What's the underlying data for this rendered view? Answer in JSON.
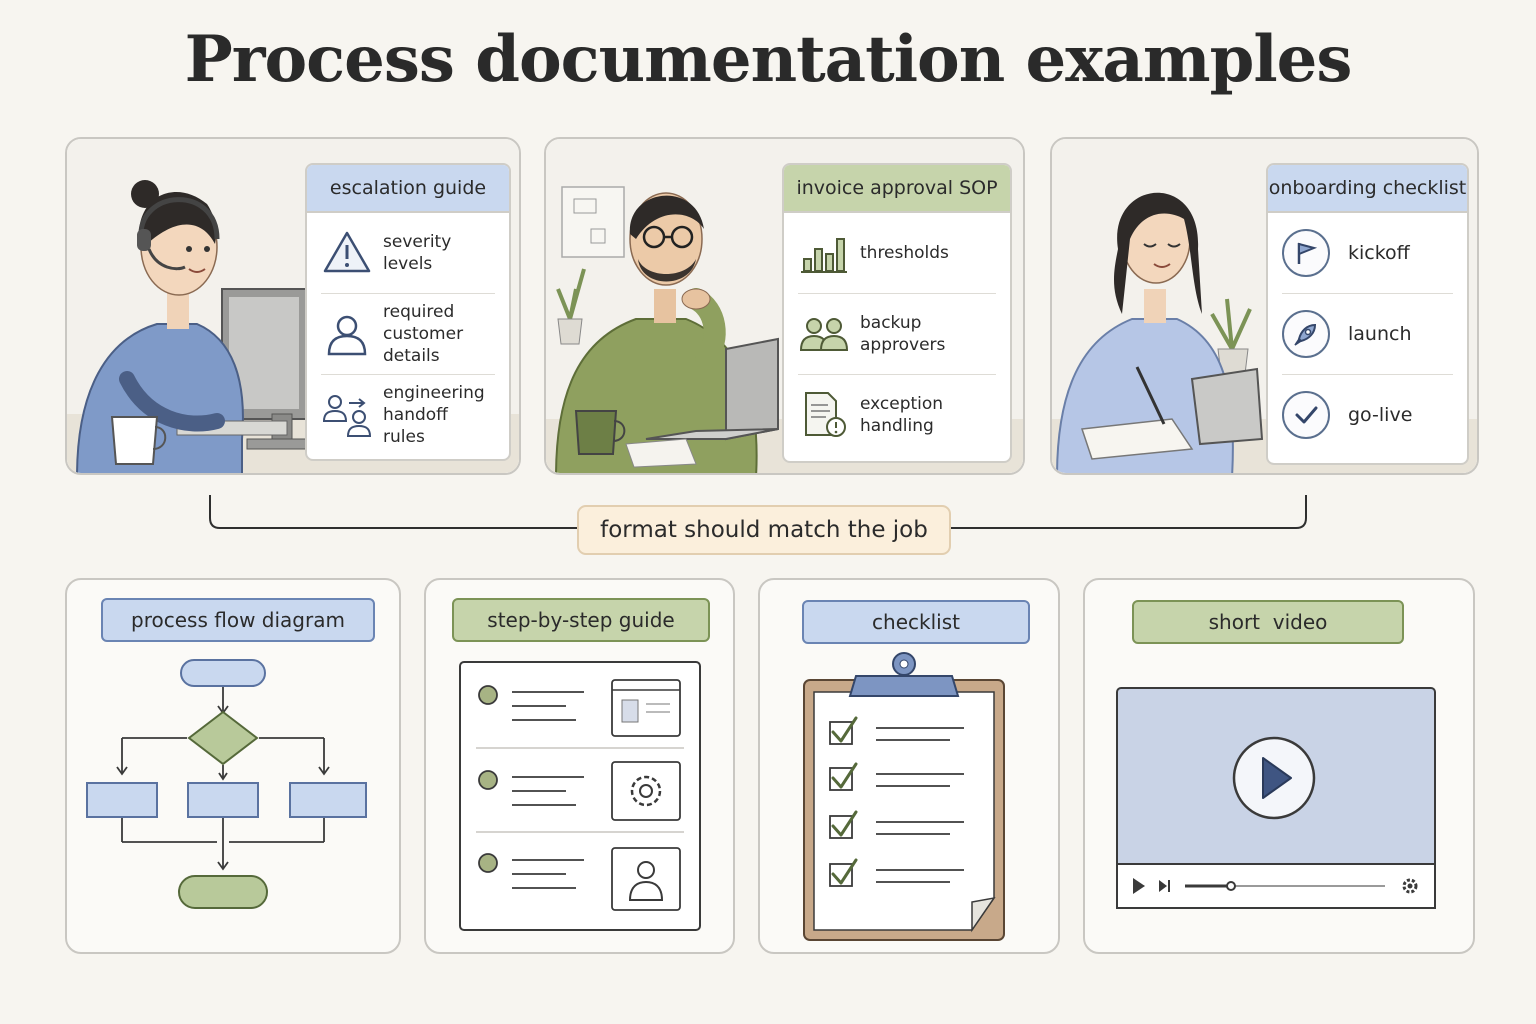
{
  "title": "Process documentation examples",
  "examples": [
    {
      "heading": "escalation guide",
      "items": [
        {
          "label": "severity levels",
          "icon": "warning-triangle-icon"
        },
        {
          "label_lines": [
            "required",
            "customer details"
          ],
          "icon": "person-icon"
        },
        {
          "label_lines": [
            "engineering",
            "handoff rules"
          ],
          "icon": "handoff-icon"
        }
      ]
    },
    {
      "heading": "invoice approval SOP",
      "items": [
        {
          "label": "thresholds",
          "icon": "bar-chart-icon"
        },
        {
          "label": "backup approvers",
          "icon": "two-people-icon"
        },
        {
          "label": "exception handling",
          "icon": "document-alert-icon"
        }
      ]
    },
    {
      "heading": "onboarding checklist",
      "items": [
        {
          "label": "kickoff",
          "icon": "flag-icon"
        },
        {
          "label": "launch",
          "icon": "rocket-icon"
        },
        {
          "label": "go-live",
          "icon": "check-circle-icon"
        }
      ]
    }
  ],
  "callout": "format should match the job",
  "formats": [
    {
      "label": "process flow diagram"
    },
    {
      "label": "step-by-step guide"
    },
    {
      "label": "checklist"
    },
    {
      "label": "short  video"
    }
  ],
  "colors": {
    "blue_fill": "#c9d8ef",
    "green_fill": "#c6d4ab",
    "callout_fill": "#fbefdc",
    "line": "#2f2f2f"
  }
}
